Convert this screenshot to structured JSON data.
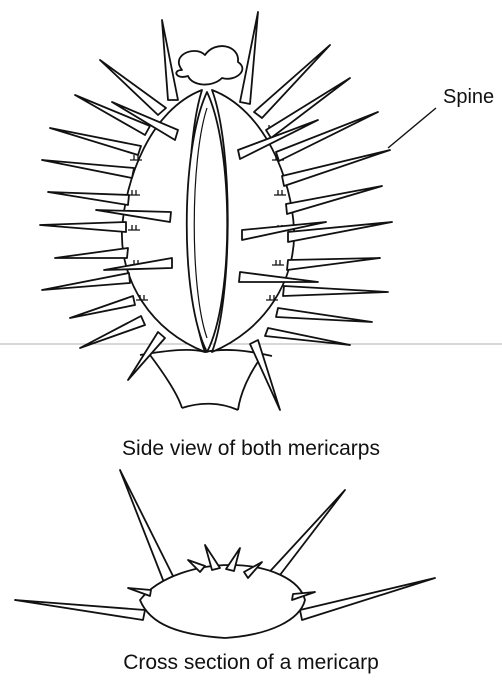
{
  "labels": {
    "spine": "Spine",
    "side_view_caption": "Side view of both mericarps",
    "cross_section_caption": "Cross section of a mericarp"
  },
  "colors": {
    "line": "#111111",
    "fill": "#ffffff",
    "background": "#ffffff"
  }
}
